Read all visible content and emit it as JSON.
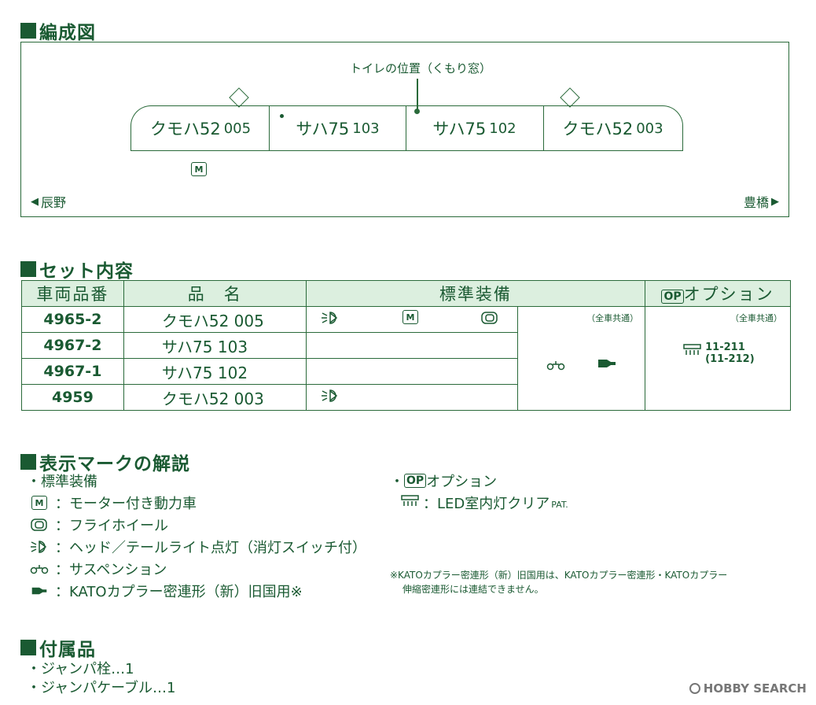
{
  "formation": {
    "title": "編成図",
    "toilet_label": "トイレの位置（くもり窓）",
    "left_dest": "辰野",
    "right_dest": "豊橋",
    "cars": [
      {
        "name": "クモハ52",
        "num": "005"
      },
      {
        "name": "サハ75",
        "num": "103"
      },
      {
        "name": "サハ75",
        "num": "102"
      },
      {
        "name": "クモハ52",
        "num": "003"
      }
    ],
    "motor_icon": "M"
  },
  "set": {
    "title": "セット内容",
    "headers": {
      "code": "車両品番",
      "name": "品　名",
      "equip": "標準装備",
      "option": "オプション",
      "op_icon": "OP"
    },
    "rows": [
      {
        "code": "4965-2",
        "name": "クモハ52 005"
      },
      {
        "code": "4967-2",
        "name": "サハ75 103"
      },
      {
        "code": "4967-1",
        "name": "サハ75 102"
      },
      {
        "code": "4959",
        "name": "クモハ52 003"
      }
    ],
    "common_label": "（全車共通）",
    "option_common_label": "（全車共通）",
    "option_items": [
      "11-211",
      "(11-212)"
    ]
  },
  "legend": {
    "title": "表示マークの解説",
    "standard_label": "標準装備",
    "option_label": "オプション",
    "items": [
      {
        "icon": "motor-icon",
        "text": "：モーター付き動力車"
      },
      {
        "icon": "flywheel-icon",
        "text": "：フライホイール"
      },
      {
        "icon": "headlight-icon",
        "text": "：ヘッド／テールライト点灯（消灯スイッチ付）"
      },
      {
        "icon": "suspension-icon",
        "text": "：サスペンション"
      },
      {
        "icon": "coupler-icon",
        "text": "：KATOカプラー密連形（新）旧国用※"
      }
    ],
    "option_item": {
      "icon": "room-light-icon",
      "text": "：LED室内灯クリア",
      "suffix": "PAT."
    },
    "note_line1": "※KATOカプラー密連形（新）旧国用は、KATOカプラー密連形・KATOカプラー",
    "note_line2": "伸縮密連形には連結できません。"
  },
  "accessories": {
    "title": "付属品",
    "items": [
      "・ジャンパ栓…1",
      "・ジャンパケーブル…1"
    ]
  },
  "watermark": "HOBBY SEARCH"
}
